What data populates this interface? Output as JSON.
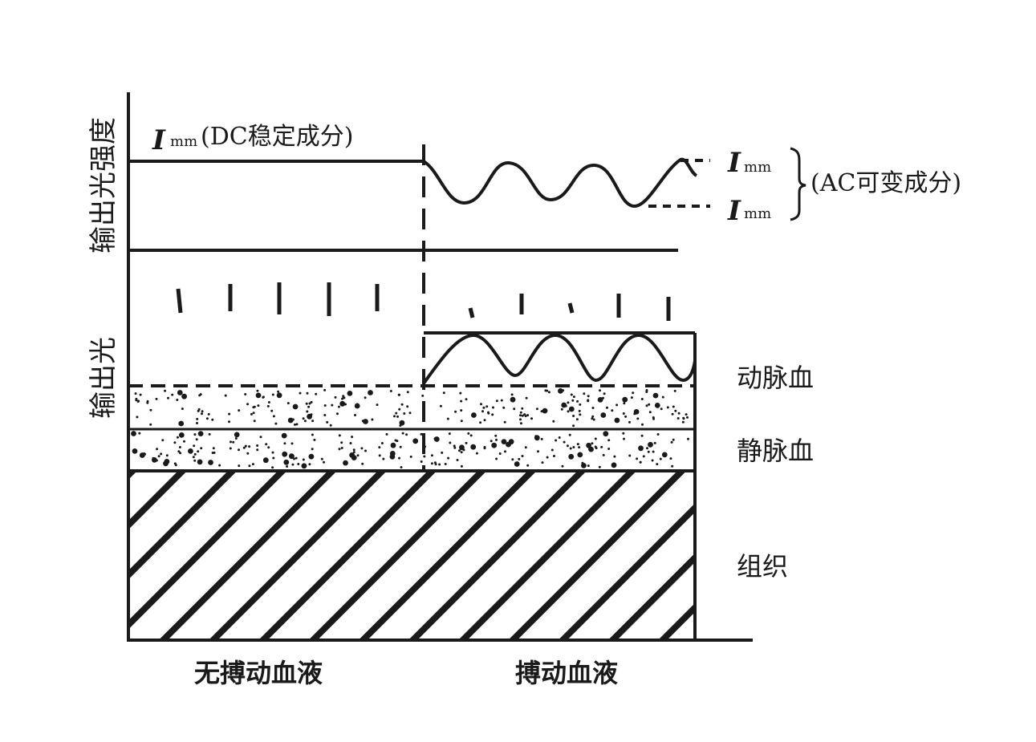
{
  "labels": {
    "y_axis_upper": "输出光强度",
    "y_axis_lower": "输出光",
    "dc_symbol": "I",
    "dc_sub": "mm",
    "dc_text": "(DC稳定成分)",
    "ac_symbol_top": "I",
    "ac_sub_top": "mm",
    "ac_symbol_bottom": "I",
    "ac_sub_bottom": "mm",
    "ac_text": "(AC可变成分)",
    "layer_artery": "动脉血",
    "layer_vein": "静脉血",
    "layer_tissue": "组织",
    "x_left": "无搏动血液",
    "x_right": "搏动血液"
  },
  "colors": {
    "ink": "#1a1a1a",
    "background": "#ffffff"
  }
}
